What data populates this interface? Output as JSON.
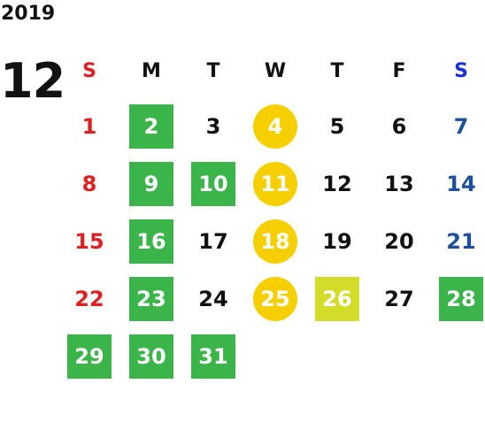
{
  "year": "2019",
  "month": "12",
  "weekdays": [
    {
      "label": "S",
      "color": "#e02020"
    },
    {
      "label": "M",
      "color": "#111111"
    },
    {
      "label": "T",
      "color": "#111111"
    },
    {
      "label": "W",
      "color": "#111111"
    },
    {
      "label": "T",
      "color": "#111111"
    },
    {
      "label": "F",
      "color": "#111111"
    },
    {
      "label": "S",
      "color": "#1a2fd6"
    }
  ],
  "colors": {
    "sunday": "#e02020",
    "saturday": "#1d4f9c",
    "default": "#111111",
    "green": "#3bb54a",
    "yellow": "#f5cf00",
    "lime": "#d4dc2a"
  },
  "weeks": [
    [
      {
        "day": "1",
        "style": "sun"
      },
      {
        "day": "2",
        "style": "green"
      },
      {
        "day": "3",
        "style": "plain"
      },
      {
        "day": "4",
        "style": "yellow"
      },
      {
        "day": "5",
        "style": "plain"
      },
      {
        "day": "6",
        "style": "plain"
      },
      {
        "day": "7",
        "style": "sat"
      }
    ],
    [
      {
        "day": "8",
        "style": "sun"
      },
      {
        "day": "9",
        "style": "green"
      },
      {
        "day": "10",
        "style": "green"
      },
      {
        "day": "11",
        "style": "yellow"
      },
      {
        "day": "12",
        "style": "plain"
      },
      {
        "day": "13",
        "style": "plain"
      },
      {
        "day": "14",
        "style": "sat"
      }
    ],
    [
      {
        "day": "15",
        "style": "sun"
      },
      {
        "day": "16",
        "style": "green"
      },
      {
        "day": "17",
        "style": "plain"
      },
      {
        "day": "18",
        "style": "yellow"
      },
      {
        "day": "19",
        "style": "plain"
      },
      {
        "day": "20",
        "style": "plain"
      },
      {
        "day": "21",
        "style": "sat"
      }
    ],
    [
      {
        "day": "22",
        "style": "sun"
      },
      {
        "day": "23",
        "style": "green"
      },
      {
        "day": "24",
        "style": "plain"
      },
      {
        "day": "25",
        "style": "yellow"
      },
      {
        "day": "26",
        "style": "lime"
      },
      {
        "day": "27",
        "style": "plain"
      },
      {
        "day": "28",
        "style": "green"
      }
    ],
    [
      {
        "day": "29",
        "style": "green"
      },
      {
        "day": "30",
        "style": "green"
      },
      {
        "day": "31",
        "style": "green"
      }
    ]
  ]
}
